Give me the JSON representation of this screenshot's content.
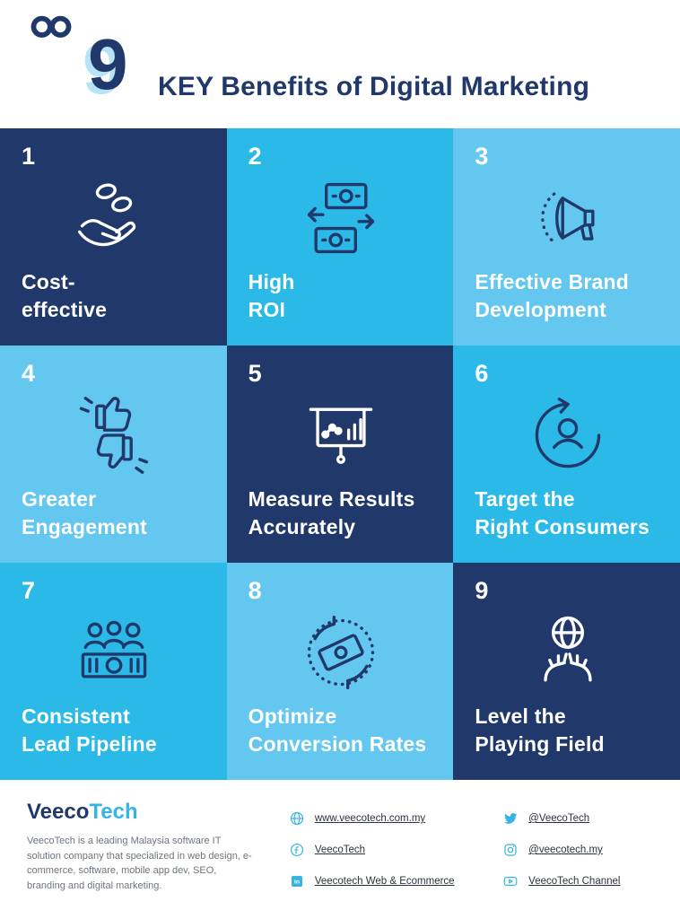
{
  "palette": {
    "navy": "#21386b",
    "cyan": "#2bb9e8",
    "light_blue": "#63c7ef",
    "accent_blue": "#35b5e5",
    "number_shadow_blue": "#b5e3f7"
  },
  "header": {
    "number": "9",
    "title": "KEY Benefits of Digital Marketing",
    "logo_icon": "infinity-logo"
  },
  "tiles": [
    {
      "number": "1",
      "label": "Cost-\neffective",
      "icon": "coins-in-hand-icon",
      "theme": "navy"
    },
    {
      "number": "2",
      "label": "High\nROI",
      "icon": "money-exchange-icon",
      "theme": "cyan"
    },
    {
      "number": "3",
      "label": "Effective Brand\nDevelopment",
      "icon": "megaphone-icon",
      "theme": "light_blue"
    },
    {
      "number": "4",
      "label": "Greater\nEngagement",
      "icon": "thumbs-up-down-icon",
      "theme": "light_blue"
    },
    {
      "number": "5",
      "label": "Measure Results\nAccurately",
      "icon": "presentation-chart-icon",
      "theme": "navy"
    },
    {
      "number": "6",
      "label": "Target the\nRight Consumers",
      "icon": "target-consumer-icon",
      "theme": "cyan"
    },
    {
      "number": "7",
      "label": "Consistent\nLead Pipeline",
      "icon": "lead-pipeline-icon",
      "theme": "cyan"
    },
    {
      "number": "8",
      "label": "Optimize\nConversion Rates",
      "icon": "conversion-cycle-icon",
      "theme": "light_blue"
    },
    {
      "number": "9",
      "label": "Level the\nPlaying Field",
      "icon": "level-playing-field-icon",
      "theme": "navy"
    }
  ],
  "footer": {
    "brand": {
      "part1": "Veeco",
      "part2": "Tech"
    },
    "description": "VeecoTech is a leading Malaysia software IT solution company that specialized in web design, e-commerce, software, mobile app dev, SEO, branding and digital marketing.",
    "links_col1": [
      {
        "icon": "globe-icon",
        "label": "www.veecotech.com.my"
      },
      {
        "icon": "facebook-icon",
        "label": "VeecoTech"
      },
      {
        "icon": "linkedin-icon",
        "label": "Veecotech Web & Ecommerce"
      }
    ],
    "links_col2": [
      {
        "icon": "twitter-icon",
        "label": "@VeecoTech"
      },
      {
        "icon": "instagram-icon",
        "label": "@veecotech.my"
      },
      {
        "icon": "youtube-icon",
        "label": "VeecoTech Channel"
      }
    ]
  }
}
